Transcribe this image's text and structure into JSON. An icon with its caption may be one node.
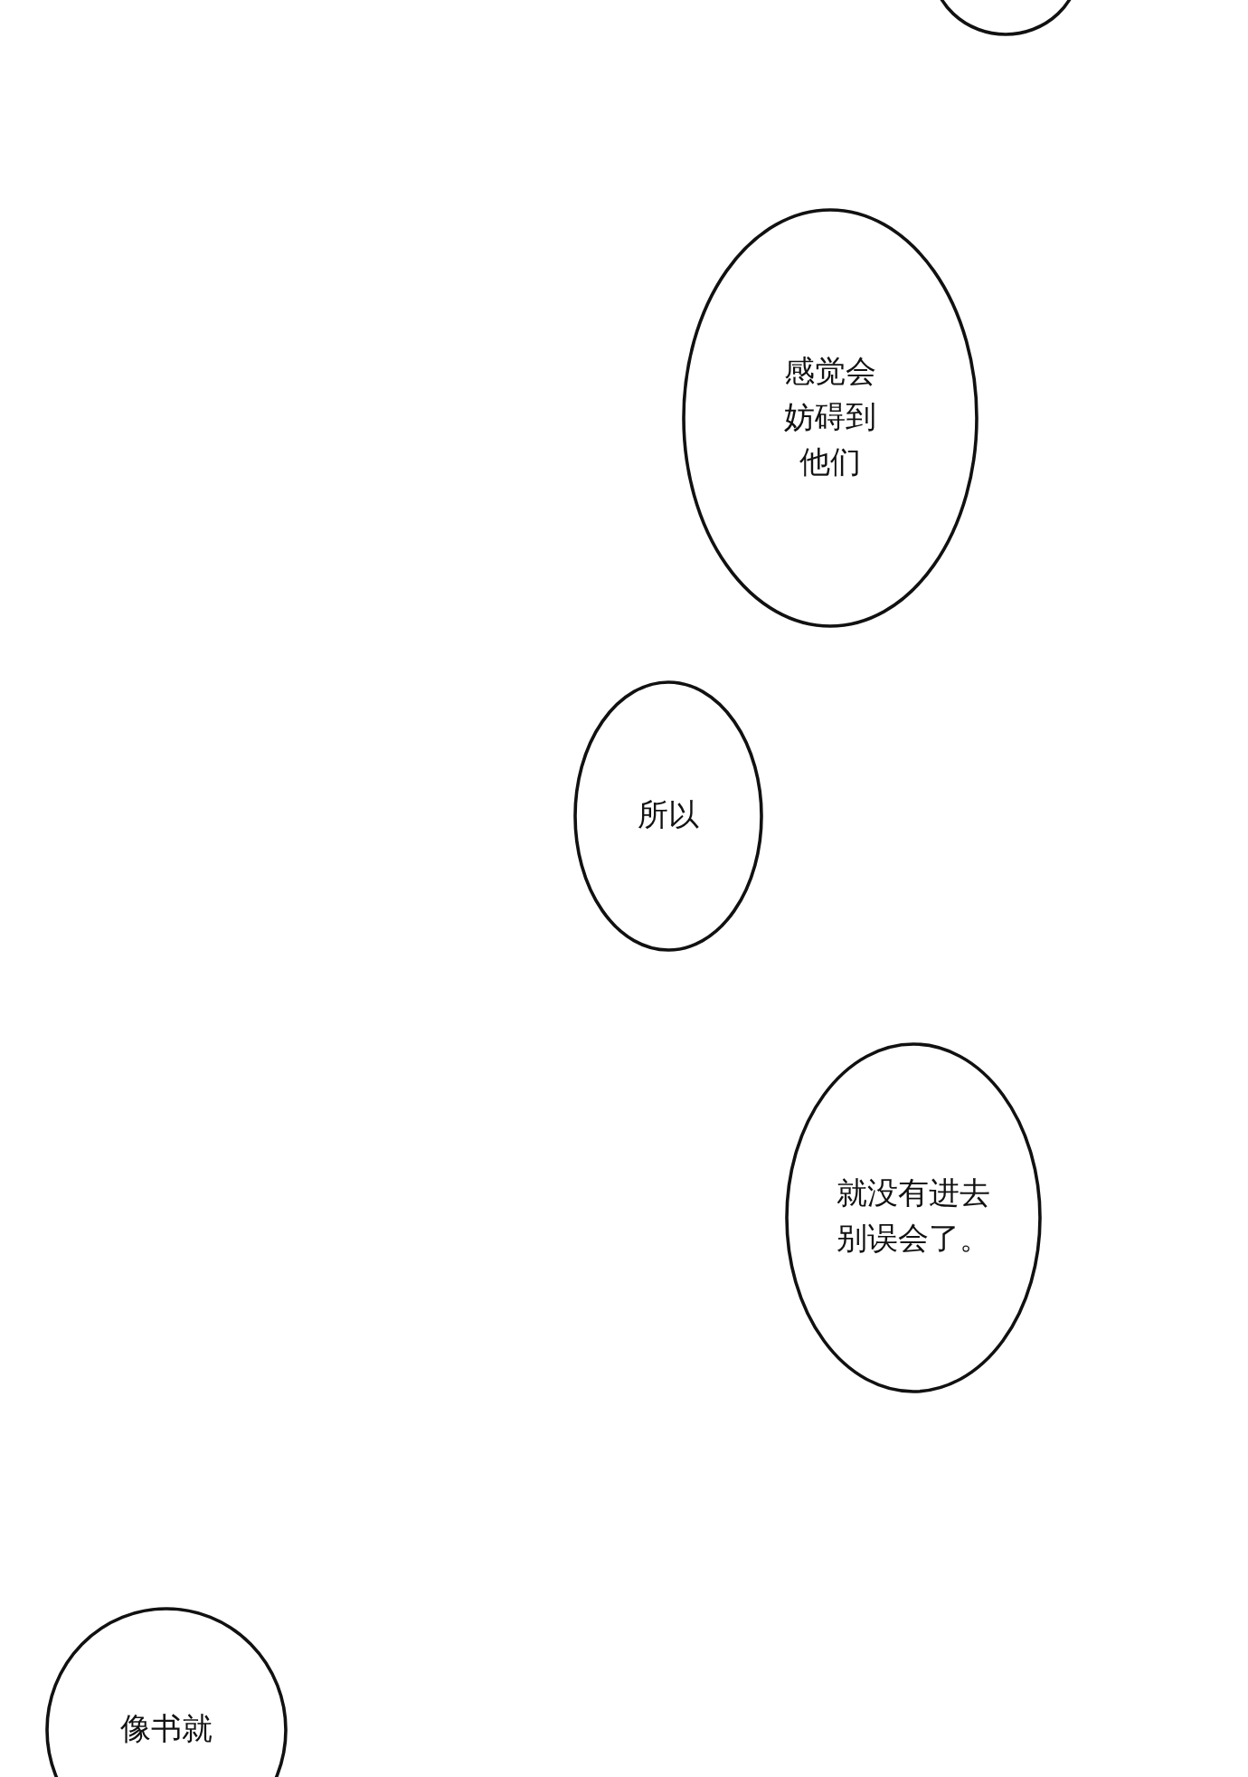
{
  "diagram": {
    "nodes": [
      {
        "text": [],
        "shape": "circle"
      },
      {
        "text": [
          "感觉会妨碍到他们"
        ]
      },
      {
        "text": [
          "所以"
        ]
      },
      {
        "text": [
          "就没有进去别误会了。"
        ]
      },
      {
        "text": [
          "像书就"
        ]
      }
    ]
  }
}
